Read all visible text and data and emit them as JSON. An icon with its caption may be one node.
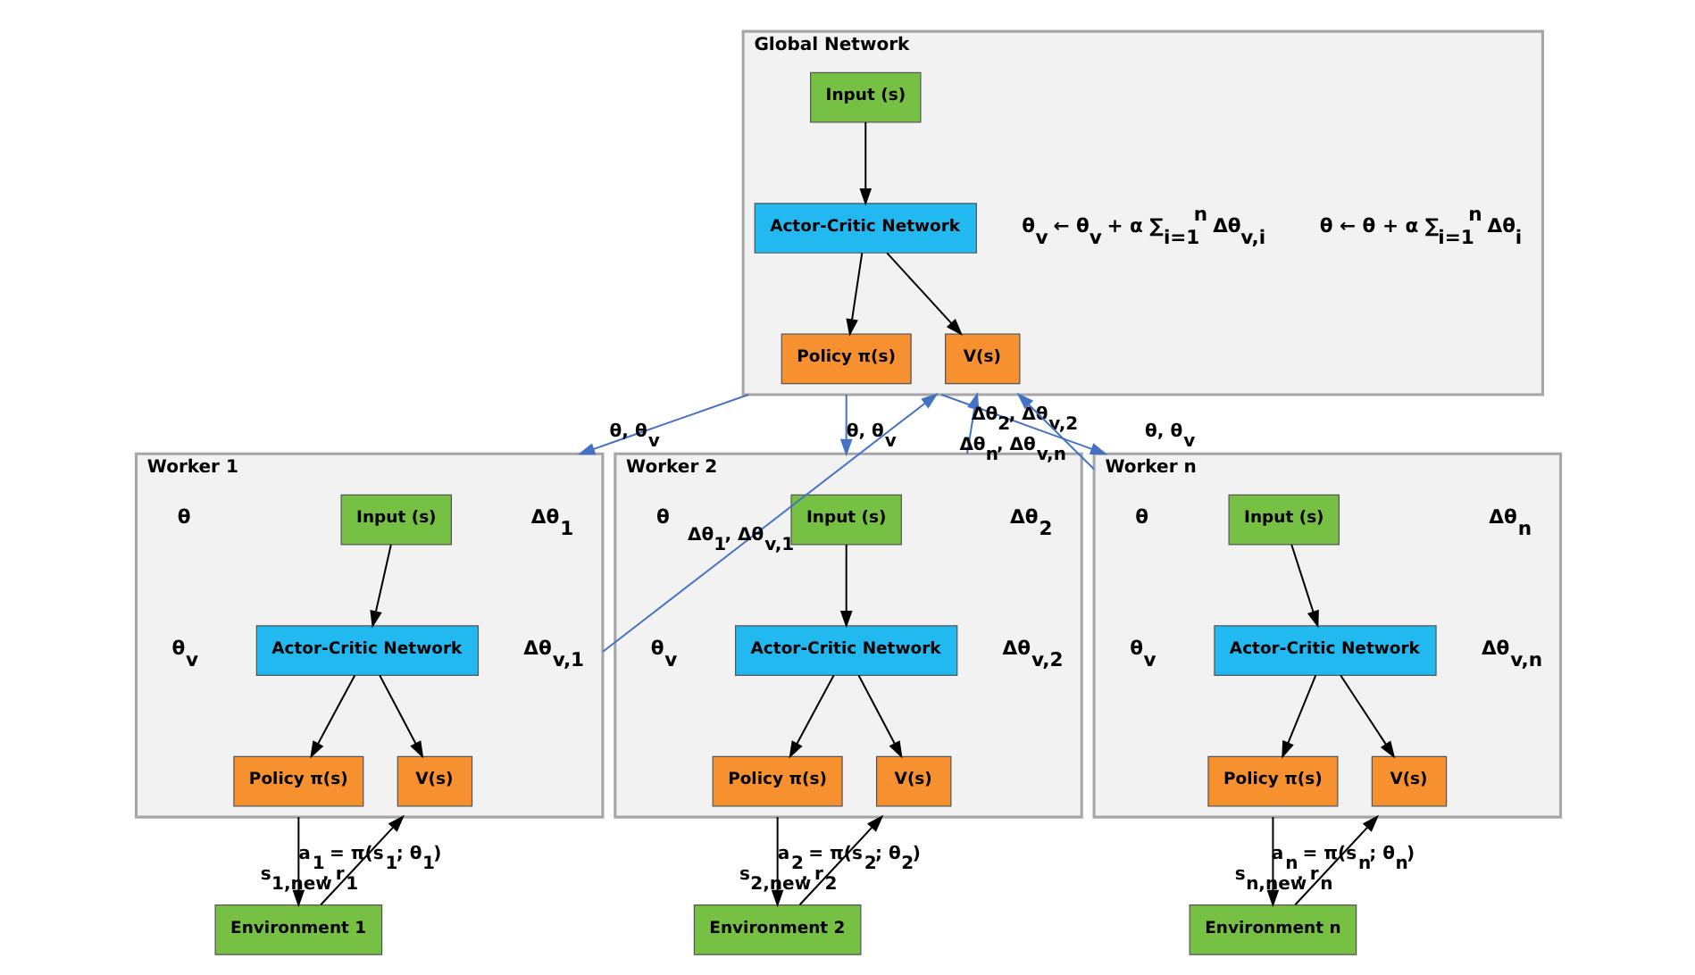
{
  "diagram": {
    "nodes": [
      {
        "text": [
          "Global Network"
        ]
      },
      {
        "text": [
          "Input (s)"
        ],
        "in": 0
      },
      {
        "text": [
          "Actor-Critic Network"
        ],
        "in": 0
      },
      {
        "text": [
          "Policy π(s)"
        ],
        "in": 0
      },
      {
        "text": [
          "V(s)"
        ],
        "in": 0
      },
      {
        "text": [
          "Worker 1"
        ]
      },
      {
        "text": [
          "Input (s)"
        ],
        "in": 5
      },
      {
        "text": [
          "Actor-Critic Network"
        ],
        "in": 5
      },
      {
        "text": [
          "Policy π(s)"
        ],
        "in": 5
      },
      {
        "text": [
          "V(s)"
        ],
        "in": 5
      },
      {
        "text": [
          "Worker 2"
        ]
      },
      {
        "text": [
          "Input (s)"
        ],
        "in": 10
      },
      {
        "text": [
          "Actor-Critic Network"
        ],
        "in": 10
      },
      {
        "text": [
          "Policy π(s)"
        ],
        "in": 10
      },
      {
        "text": [
          "V(s)"
        ],
        "in": 10
      },
      {
        "text": [
          "Worker n"
        ]
      },
      {
        "text": [
          "Input (s)"
        ],
        "in": 15
      },
      {
        "text": [
          "Actor-Critic Network"
        ],
        "in": 15
      },
      {
        "text": [
          "Policy π(s)"
        ],
        "in": 15
      },
      {
        "text": [
          "V(s)"
        ],
        "in": 15
      },
      {
        "text": [
          "Environment 1"
        ]
      },
      {
        "text": [
          "Environment 2"
        ]
      },
      {
        "text": [
          "Environment n"
        ]
      }
    ],
    "edges": [
      {
        "from": 1,
        "to": 2,
        "arrow": "to"
      },
      {
        "from": 2,
        "to": 3,
        "arrow": "to"
      },
      {
        "from": 2,
        "to": 4,
        "arrow": "to"
      },
      {
        "from": 0,
        "to": 5,
        "arrow": "to",
        "label": "θ, θ$_{v}$",
        "color": "#4472c4"
      },
      {
        "from": 5,
        "to": 0,
        "arrow": "to",
        "label": "Δθ$_{1}$, Δθ$_{v,1}$",
        "color": "#4472c4"
      },
      {
        "from": 0,
        "to": 10,
        "arrow": "to",
        "label": "θ, θ$_{v}$",
        "color": "#4472c4"
      },
      {
        "from": 10,
        "to": 0,
        "arrow": "to",
        "label": "Δθ$_{2}$, Δθ$_{v,2}$",
        "color": "#4472c4"
      },
      {
        "from": 0,
        "to": 15,
        "arrow": "to",
        "label": "θ, θ$_{v}$",
        "color": "#4472c4"
      },
      {
        "from": 15,
        "to": 0,
        "arrow": "to",
        "label": "Δθ$_{n}$, Δθ$_{v,n}$",
        "color": "#4472c4"
      },
      {
        "from": 6,
        "to": 7,
        "arrow": "to"
      },
      {
        "from": 7,
        "to": 8,
        "arrow": "to"
      },
      {
        "from": 7,
        "to": 9,
        "arrow": "to"
      },
      {
        "from": 11,
        "to": 12,
        "arrow": "to"
      },
      {
        "from": 12,
        "to": 13,
        "arrow": "to"
      },
      {
        "from": 12,
        "to": 14,
        "arrow": "to"
      },
      {
        "from": 16,
        "to": 17,
        "arrow": "to"
      },
      {
        "from": 17,
        "to": 18,
        "arrow": "to"
      },
      {
        "from": 17,
        "to": 19,
        "arrow": "to"
      },
      {
        "from": 5,
        "to": 20,
        "arrow": "to",
        "label": "a$_{1}$ = π(s$_{1}$; θ$_{1}$)"
      },
      {
        "from": 20,
        "to": 5,
        "arrow": "to",
        "label": "s$_{1,new}$, r$_{1}$"
      },
      {
        "from": 10,
        "to": 21,
        "arrow": "to",
        "label": "a$_{2}$ = π(s$_{2}$; θ$_{2}$)"
      },
      {
        "from": 21,
        "to": 10,
        "arrow": "to",
        "label": "s$_{2,new}$, r$_{2}$"
      },
      {
        "from": 15,
        "to": 22,
        "arrow": "to",
        "label": "a$_{n}$ = π(s$_{n}$; θ$_{n}$)"
      },
      {
        "from": 22,
        "to": 15,
        "arrow": "to",
        "label": "s$_{n,new}$, r$_{n}$"
      }
    ],
    "labels": [
      "θ ← θ + α ∑$_{i=1}$$^{n}$ Δθ$_{i}$",
      "θ$_{v}$ ← θ$_{v}$ + α ∑$_{i=1}$$^{n}$ Δθ$_{v,i}$",
      "θ",
      "θ$_{v}$",
      "Δθ$_{1}$",
      "Δθ$_{v,1}$",
      "θ",
      "θ$_{v}$",
      "Δθ$_{2}$",
      "Δθ$_{v,2}$",
      "θ",
      "θ$_{v}$",
      "Δθ$_{n}$",
      "Δθ$_{v,n}$"
    ]
  }
}
